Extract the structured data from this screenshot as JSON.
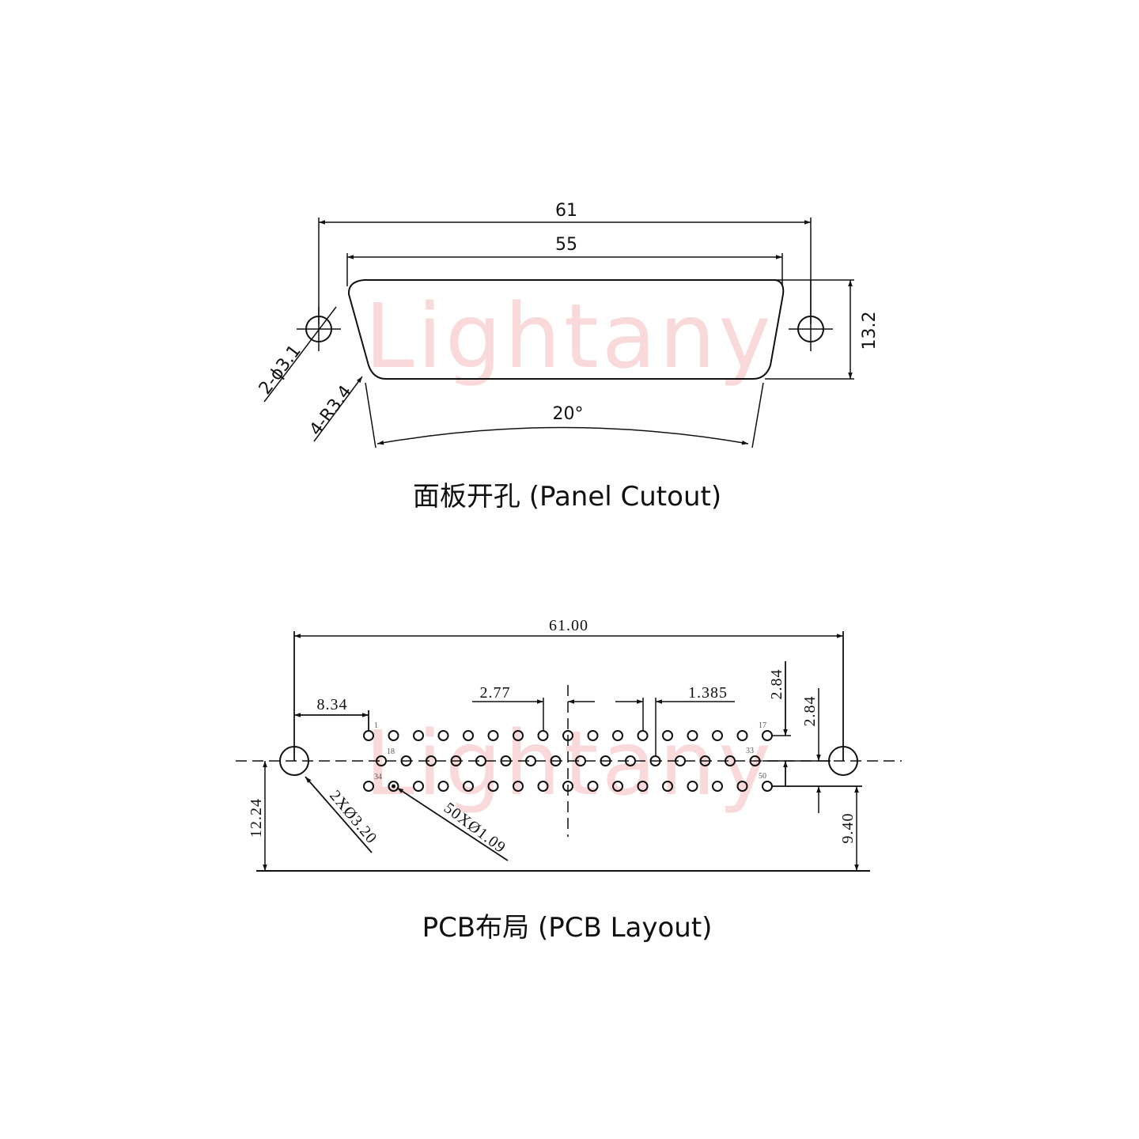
{
  "watermark": {
    "text": "Lightany",
    "color": "#f9d9d9"
  },
  "panel_cutout": {
    "title": "面板开孔 (Panel Cutout)",
    "dims": {
      "overall_width": "61",
      "opening_width": "55",
      "height": "13.2",
      "angle": "20°",
      "mount_hole": "2-ϕ3.1",
      "corner_radius": "4-R3.4"
    }
  },
  "pcb_layout": {
    "title": "PCB布局 (PCB Layout)",
    "dims": {
      "overall_width": "61.00",
      "hole_offset": "8.34",
      "pitch": "2.77",
      "half_pitch": "1.385",
      "row_spacing_top": "2.84",
      "row_spacing_bottom": "2.84",
      "mount_height": "12.24",
      "bottom_row_height": "9.40",
      "mount_hole_callout": "2XØ3.20",
      "pin_hole_callout": "50XØ1.09"
    },
    "pin_labels": {
      "p1": "1",
      "p17": "17",
      "p18": "18",
      "p33": "33",
      "p34": "34",
      "p50": "50"
    },
    "pin_counts": {
      "row1": 17,
      "row2": 16,
      "row3": 17
    }
  },
  "colors": {
    "line": "#111111",
    "pin_label": "#555555"
  }
}
